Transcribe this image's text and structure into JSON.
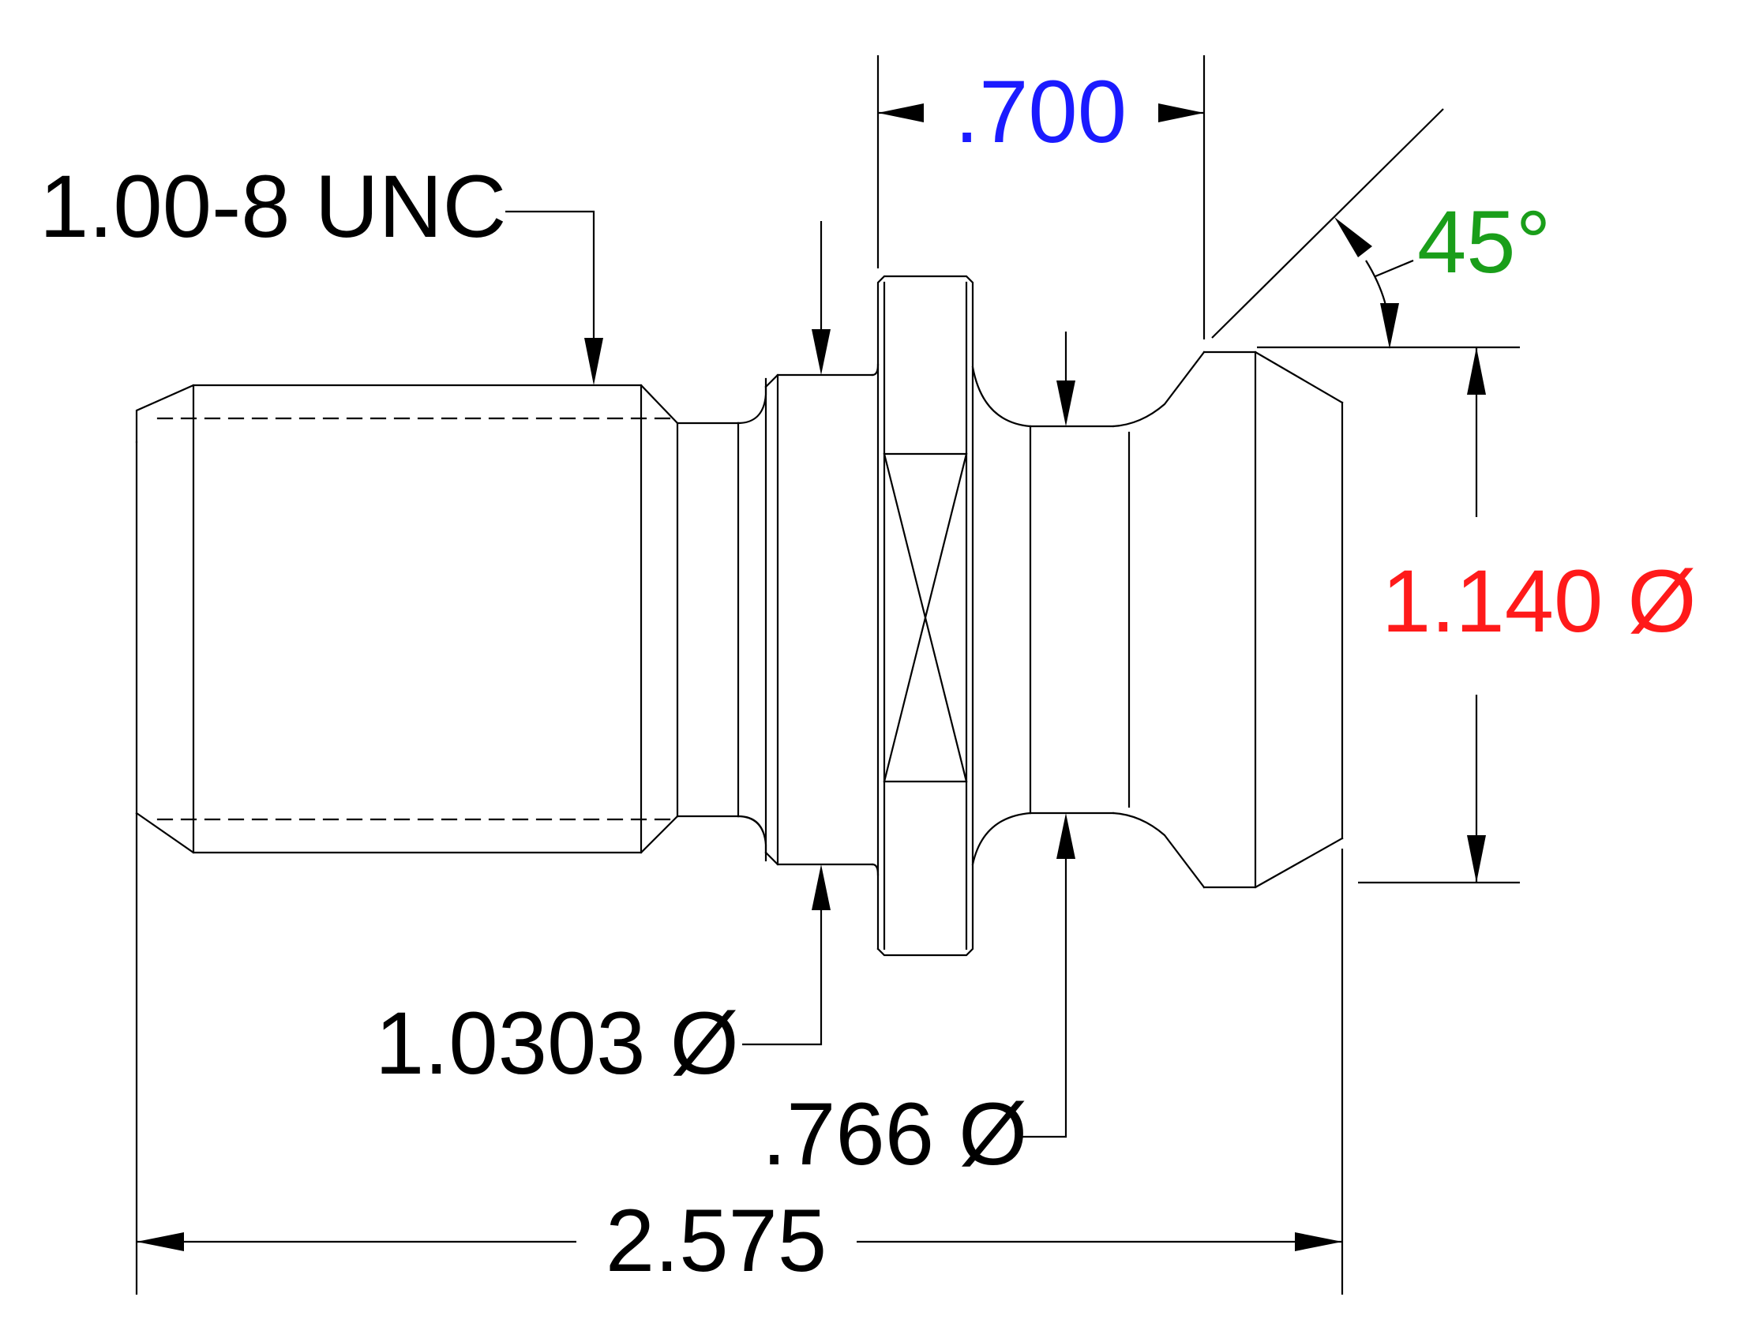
{
  "labels": {
    "thread": "1.00-8 UNC",
    "flange_width": ".700",
    "angle": "45°",
    "head_diameter": "1.140 Ø",
    "collar_diameter": "1.0303 Ø",
    "neck_diameter": ".766 Ø",
    "overall_length": "2.575"
  },
  "colors": {
    "flange_width": "#1b1bff",
    "angle": "#1a9e1a",
    "head_diameter": "#ff1a1a",
    "default": "#000000"
  }
}
